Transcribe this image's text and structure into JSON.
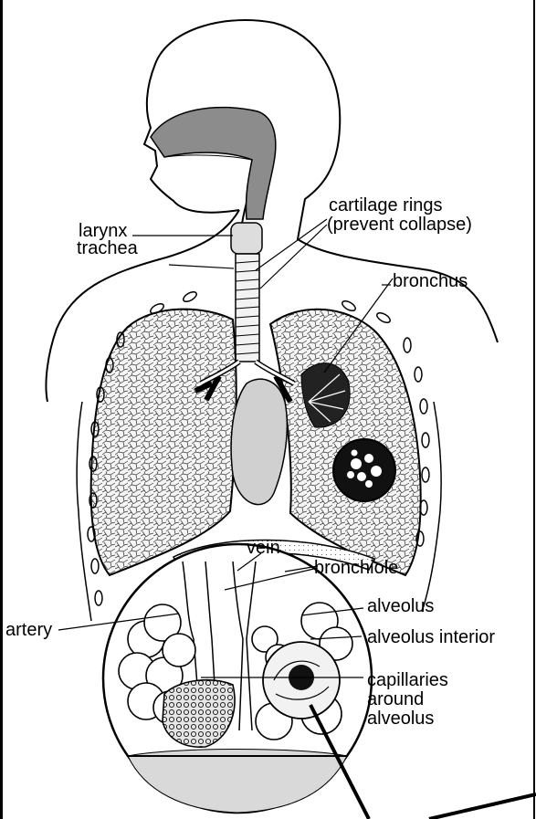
{
  "labels": {
    "larynx": "larynx",
    "trachea": "trachea",
    "cartilage_rings": "cartilage rings",
    "cartilage_rings_note": "(prevent collapse)",
    "bronchus": "bronchus",
    "vein": "vein",
    "bronchiole": "bronchiole",
    "artery": "artery",
    "alveolus": "alveolus",
    "alveolus_interior": "alveolus interior",
    "capillaries_line1": "capillaries",
    "capillaries_line2": "around",
    "capillaries_line3": "alveolus"
  }
}
